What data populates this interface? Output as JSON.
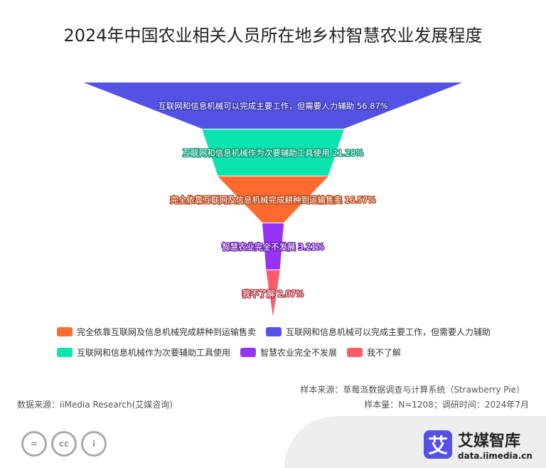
{
  "chart_data": {
    "type": "funnel",
    "title": "2024年中国农业相关人员所在地乡村智慧农业发展程度",
    "series": [
      {
        "name": "互联网和信息机械可以完成主要工作，但需要人力辅助",
        "value": 56.87,
        "label": "56.87%",
        "color": "#5352e5",
        "stroke": "#3a39b0"
      },
      {
        "name": "互联网和信息机械作为次要辅助工具使用",
        "value": 21.28,
        "label": "21.28%",
        "color": "#0ae5b0",
        "stroke": "#0a9a78"
      },
      {
        "name": "完全依靠互联网及信息机械完成耕种到运输售卖",
        "value": 16.57,
        "label": "16.57%",
        "color": "#ff6b2f",
        "stroke": "#b84a1c"
      },
      {
        "name": "智慧农业完全不发展",
        "value": 3.21,
        "label": "3.21%",
        "color": "#9534f5",
        "stroke": "#6a22b0"
      },
      {
        "name": "我不了解",
        "value": 2.07,
        "label": "2.07%",
        "color": "#ff5a6a",
        "stroke": "#b83a46"
      }
    ],
    "legend": {
      "placement": "bottom",
      "order": [
        2,
        0,
        1,
        3,
        4
      ]
    }
  },
  "footer": {
    "sample_source": "样本来源：草莓派数据调查与计算系统（Strawberry Pie）",
    "data_source": "数据来源：iiMedia Research(艾媒咨询)",
    "sample_size": "样本量：N=1208；调研时间：2024年7月"
  },
  "logo": {
    "mark": "艾",
    "name": "艾媒智库",
    "url": "data.iimedia.cn"
  },
  "license": {
    "icons": [
      "=",
      "cc",
      "i"
    ]
  }
}
